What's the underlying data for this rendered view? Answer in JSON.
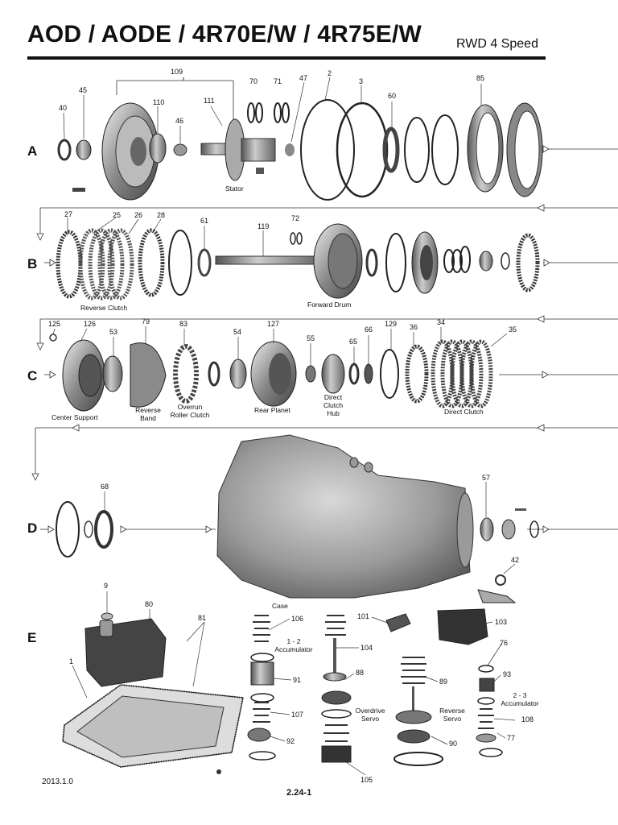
{
  "header": {
    "title": "AOD / AODE / 4R70E/W / 4R75E/W",
    "subtitle": "RWD 4 Speed"
  },
  "rows": [
    "A",
    "B",
    "C",
    "D",
    "E"
  ],
  "part_numbers": {
    "n109": "109",
    "n45": "45",
    "n40": "40",
    "n110": "110",
    "n46": "46",
    "n111": "111",
    "n70": "70",
    "n71": "71",
    "n47": "47",
    "n2": "2",
    "n3": "3",
    "n60": "60",
    "n85": "85",
    "n27": "27",
    "n25": "25",
    "n26": "26",
    "n28": "28",
    "n61": "61",
    "n119": "119",
    "n72": "72",
    "n125": "125",
    "n126": "126",
    "n53": "53",
    "n79": "79",
    "n83": "83",
    "n54": "54",
    "n127": "127",
    "n55": "55",
    "n65": "65",
    "n66": "66",
    "n129": "129",
    "n36": "36",
    "n34": "34",
    "n35": "35",
    "n68": "68",
    "n57": "57",
    "n42": "42",
    "n9": "9",
    "n80": "80",
    "n81": "81",
    "n1": "1",
    "n106": "106",
    "n104": "104",
    "n101": "101",
    "n103": "103",
    "n76": "76",
    "n93": "93",
    "n91": "91",
    "n88": "88",
    "n89": "89",
    "n107": "107",
    "n108": "108",
    "n92": "92",
    "n90": "90",
    "n77": "77",
    "n105": "105"
  },
  "captions": {
    "stator": "Stator",
    "reverse_clutch": "Reverse Clutch",
    "forward_drum": "Forward Drum",
    "center_support": "Center Support",
    "reverse_band_1": "Reverse",
    "reverse_band_2": "Band",
    "overrun_1": "Overrun",
    "overrun_2": "Roller Clutch",
    "rear_planet": "Rear Planet",
    "direct_hub_1": "Direct",
    "direct_hub_2": "Clutch",
    "direct_hub_3": "Hub",
    "direct_clutch": "Direct Clutch",
    "case": "Case",
    "acc12_1": "1 - 2",
    "acc12_2": "Accumulator",
    "od_servo_1": "Overdrive",
    "od_servo_2": "Servo",
    "rev_servo_1": "Reverse",
    "rev_servo_2": "Servo",
    "acc23_1": "2 - 3",
    "acc23_2": "Accumulator"
  },
  "footer": {
    "version": "2013.1.0",
    "page": "2.24-1"
  }
}
